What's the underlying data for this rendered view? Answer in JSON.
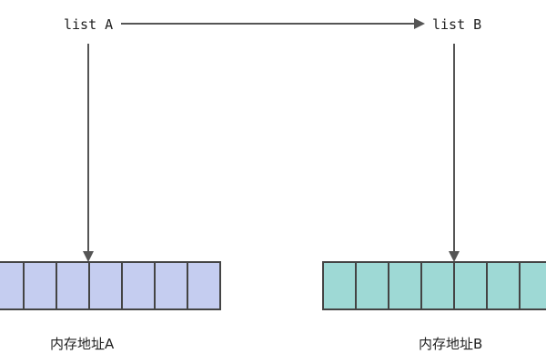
{
  "list_a": {
    "label": "list A"
  },
  "list_b": {
    "label": "list B"
  },
  "memory_a": {
    "label": "内存地址A",
    "fill": "#c5cdf0",
    "cell_count": 7
  },
  "memory_b": {
    "label": "内存地址B",
    "fill": "#9ed9d5",
    "cell_count": 7
  }
}
